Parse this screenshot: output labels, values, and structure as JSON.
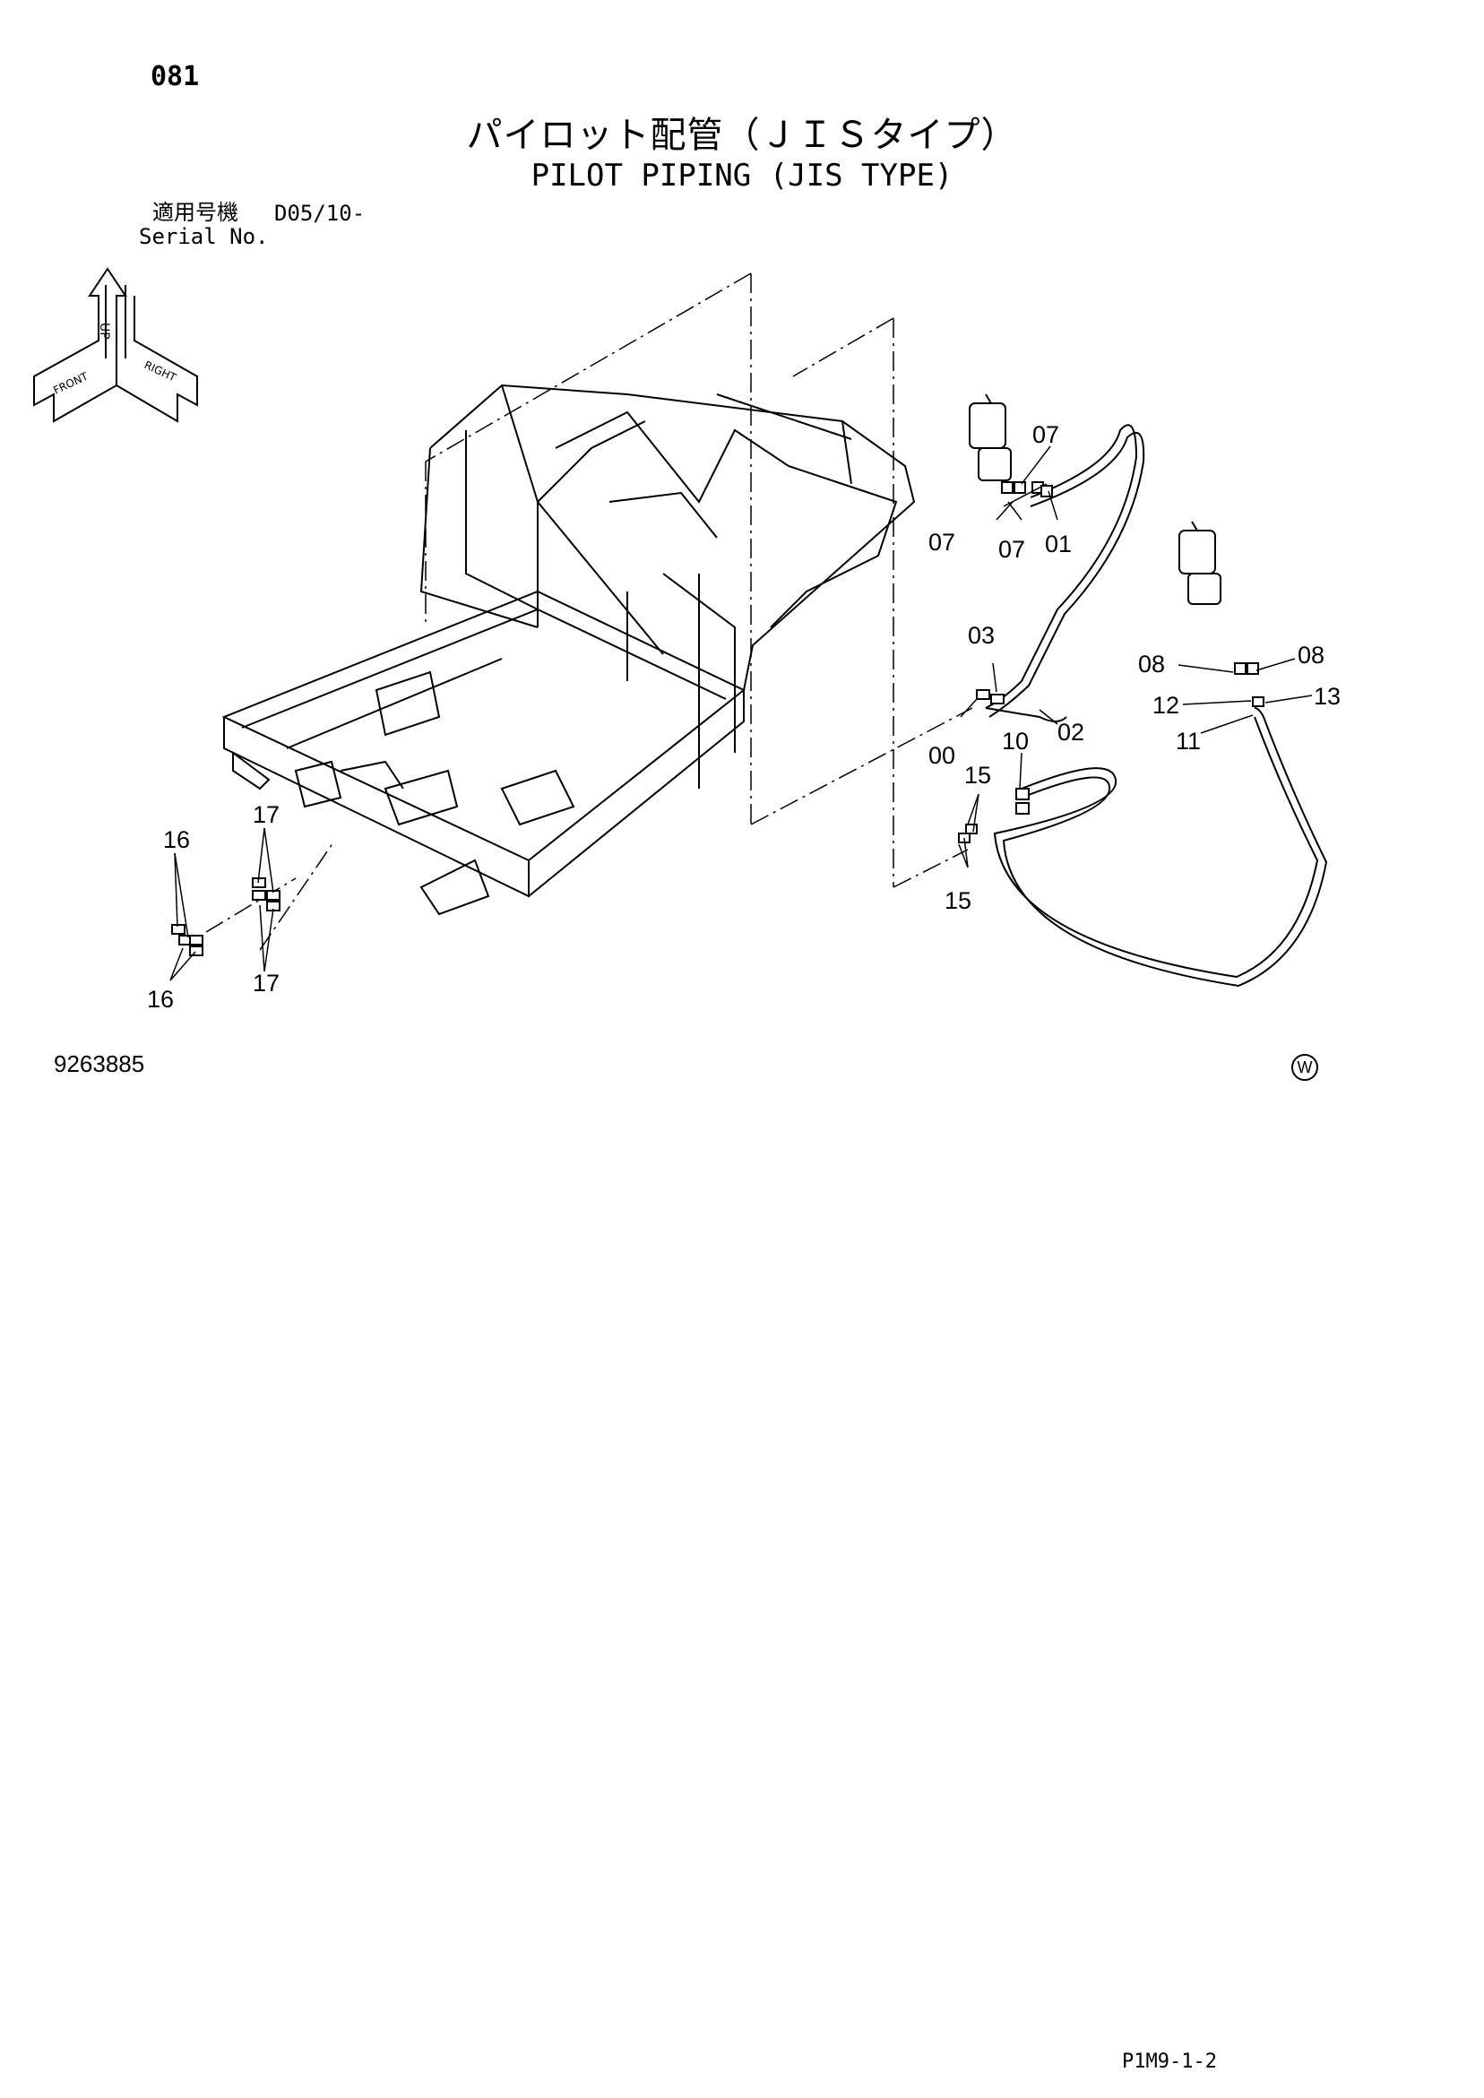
{
  "header": {
    "page_number": "081",
    "title_ja": "パイロット配管（ＪＩＳタイプ）",
    "title_en": "PILOT PIPING (JIS TYPE)",
    "serial_label_ja": "適用号機",
    "serial_value": "D05/10-",
    "serial_label_en": "Serial No."
  },
  "orientation_icon": {
    "labels": [
      "UP",
      "FRONT",
      "RIGHT"
    ]
  },
  "callouts": {
    "c01": "01",
    "c02": "02",
    "c03": "03",
    "c00": "00",
    "c07a": "07",
    "c07b": "07",
    "c07c": "07",
    "c08a": "08",
    "c08b": "08",
    "c10": "10",
    "c11": "11",
    "c12": "12",
    "c13": "13",
    "c15a": "15",
    "c15b": "15",
    "c16a": "16",
    "c16b": "16",
    "c17a": "17",
    "c17b": "17"
  },
  "footer": {
    "document_number": "9263885",
    "mark": "W",
    "page_ref": "P1M9-1-2"
  }
}
